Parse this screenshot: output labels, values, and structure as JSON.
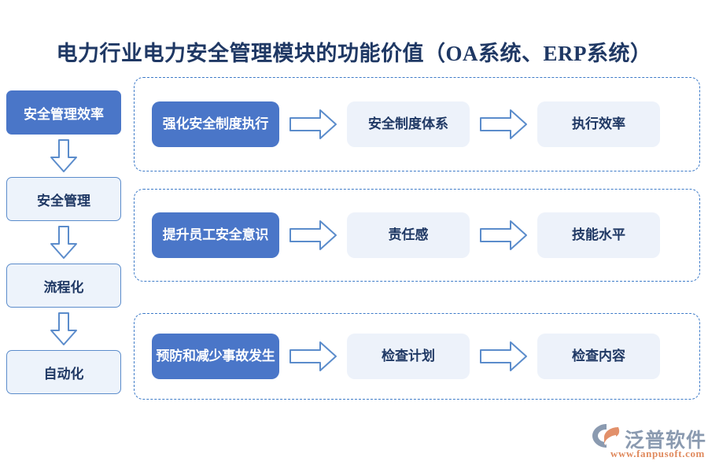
{
  "page": {
    "title": "电力行业电力安全管理模块的功能价值（OA系统、ERP系统）",
    "background_color": "#FFFFFF"
  },
  "colors": {
    "primary_blue": "#4A76C8",
    "soft_blue_fill": "#EDF2FA",
    "light_node_fill": "#EDF3FB",
    "node_border": "#5B8CCB",
    "dashed_border": "#3E7BC8",
    "title_text": "#1F3864",
    "node_text_dark": "#1F3864",
    "node_text_light": "#FFFFFF",
    "watermark_text": "#8A9AB0",
    "watermark_url": "#E08A5E",
    "watermark_mark_orange": "#E2906A"
  },
  "left_column": {
    "nodes": [
      {
        "label": "安全管理效率",
        "style": "filled"
      },
      {
        "label": "安全管理",
        "style": "light"
      },
      {
        "label": "流程化",
        "style": "light"
      },
      {
        "label": "自动化",
        "style": "light"
      }
    ],
    "connector_icon": "arrow-down-icon"
  },
  "flow_rows": [
    {
      "id": "row-1",
      "primary": "强化安全制度执行",
      "arrow_1": "arrow-right-icon",
      "step_2": "安全制度体系",
      "arrow_2": "arrow-right-icon",
      "step_3": "执行效率"
    },
    {
      "id": "row-2",
      "primary": "提升员工安全意识",
      "arrow_1": "arrow-right-icon",
      "step_2": "责任感",
      "arrow_2": "arrow-right-icon",
      "step_3": "技能水平"
    },
    {
      "id": "row-3",
      "primary": "预防和减少事故发生",
      "arrow_1": "arrow-right-icon",
      "step_2": "检查计划",
      "arrow_2": "arrow-right-icon",
      "step_3": "检查内容"
    }
  ],
  "watermark": {
    "brand": "泛普软件",
    "url": "www.fanpusoft.com",
    "logo_icon": "fanpu-swoosh-logo-icon"
  }
}
